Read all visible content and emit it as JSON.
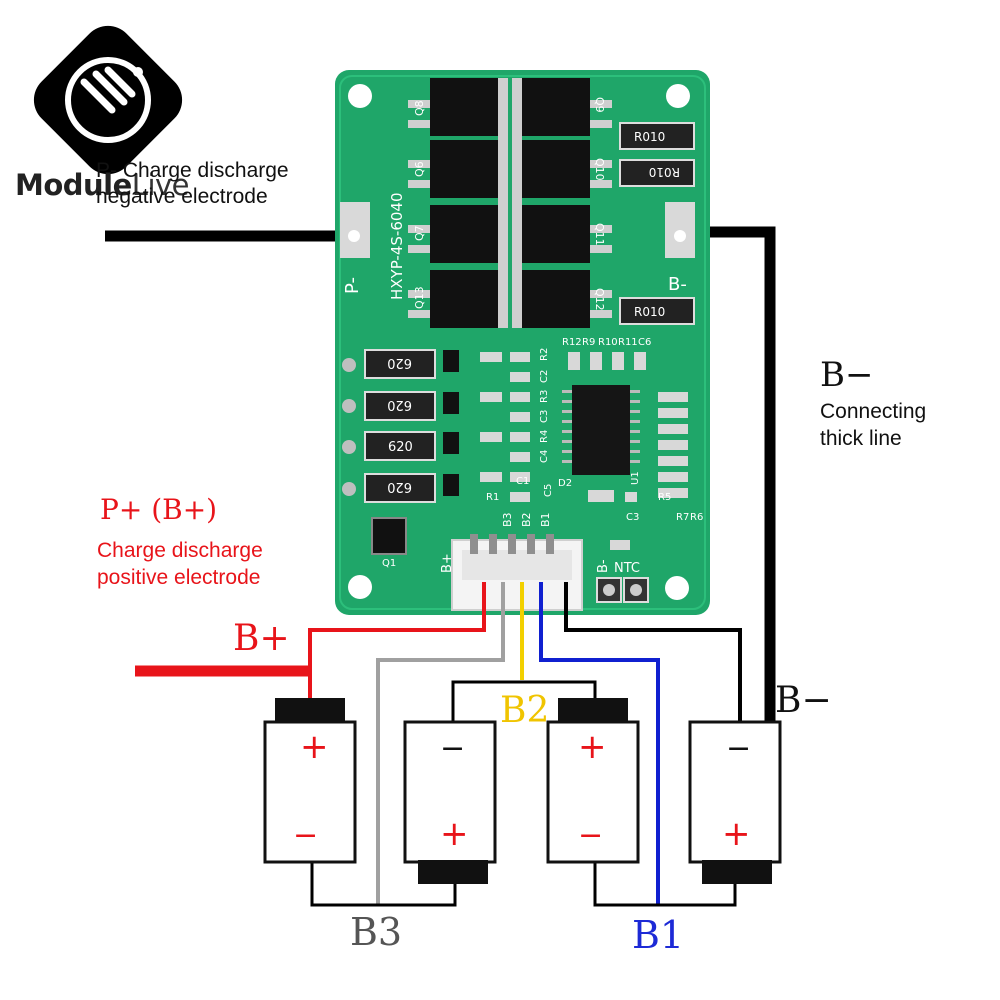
{
  "brand": {
    "logo_name": "ModuleLive",
    "logo_bold": "Module",
    "logo_light": "Live"
  },
  "labels": {
    "p_minus_caption_line1": "P- Charge discharge",
    "p_minus_caption_line2": "negative electrode",
    "b_minus_top": "B−",
    "b_minus_caption_line1": "Connecting",
    "b_minus_caption_line2": "thick line",
    "p_plus_title": "P+ (B+)",
    "p_plus_caption_line1": "Charge discharge",
    "p_plus_caption_line2": "positive electrode",
    "b_plus": "B+",
    "b2": "B2",
    "b_minus_right": "B−",
    "b3": "B3",
    "b1": "B1"
  },
  "board": {
    "model": "HXYP-4S-6040",
    "pad_left": "P-",
    "pad_right": "B-",
    "shunt_resistors": [
      "R010",
      "R010",
      "R010"
    ],
    "mosfets_left": [
      "Q8",
      "Q6",
      "Q7",
      "Q13"
    ],
    "mosfets_right": [
      "Q9",
      "Q10",
      "Q11",
      "Q12"
    ],
    "balance_resistors": [
      "620",
      "620",
      "620",
      "620"
    ],
    "connector_labels": [
      "B+",
      "B3",
      "B2",
      "B1",
      "B-"
    ],
    "ntc_label": "NTC",
    "misc_labels": [
      "R12",
      "R9",
      "R10",
      "R11",
      "C6",
      "C2",
      "R2",
      "C3",
      "R3",
      "C4",
      "R4",
      "R1",
      "C5",
      "D2",
      "C1",
      "U1",
      "C3",
      "R7",
      "R6",
      "R5",
      "Q1"
    ]
  },
  "batteries": [
    {
      "top": "+",
      "bottom": "−"
    },
    {
      "top": "−",
      "bottom": "+"
    },
    {
      "top": "+",
      "bottom": "−"
    },
    {
      "top": "−",
      "bottom": "+"
    }
  ],
  "colors": {
    "board": "#1fa669",
    "board_dark": "#178a55",
    "wire_red": "#e8141a",
    "wire_black": "#000000",
    "wire_yellow": "#f2d000",
    "wire_blue": "#1020d0",
    "wire_grey": "#a0a0a0",
    "battery_label": "#e8141a"
  }
}
